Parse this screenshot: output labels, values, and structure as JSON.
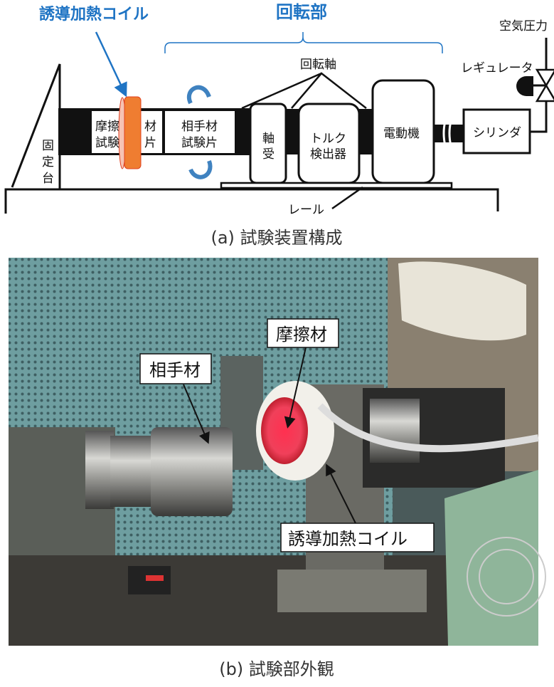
{
  "diagram": {
    "coil_title": "誘導加熱コイル",
    "rotating_part_title": "回転部",
    "air_pressure": "空気圧力",
    "rotating_shaft": "回転軸",
    "regulator": "レギュレータ",
    "fixed_stand": [
      "固",
      "定",
      "台"
    ],
    "friction_specimen_left": [
      "摩擦",
      "試験"
    ],
    "friction_specimen_right": [
      "材",
      "片"
    ],
    "counter_specimen": [
      "相手材",
      "試験片"
    ],
    "bearing": [
      "軸",
      "受"
    ],
    "torque_detector": [
      "トルク",
      "検出器"
    ],
    "motor": "電動機",
    "cylinder": "シリンダ",
    "rail": "レール",
    "caption": "(a) 試験装置構成",
    "colors": {
      "accent_blue": "#1f74c4",
      "coil_orange": "#ef7d31"
    }
  },
  "photo": {
    "label_counter_material": "相手材",
    "label_friction_material": "摩擦材",
    "label_induction_coil": "誘導加熱コイル",
    "caption": "(b) 試験部外観"
  }
}
